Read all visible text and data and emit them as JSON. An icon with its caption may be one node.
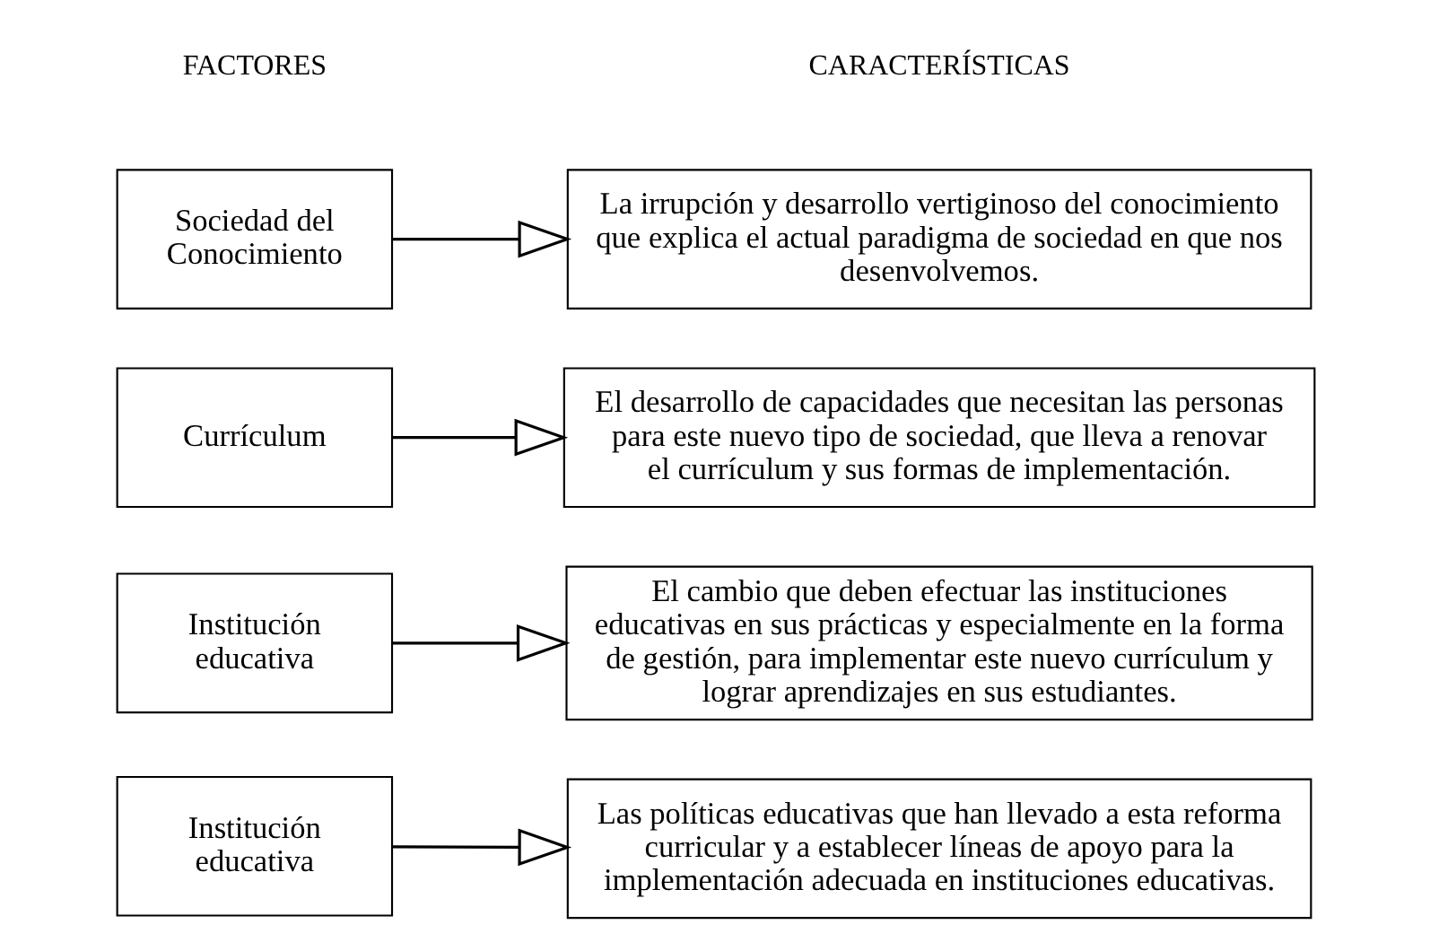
{
  "diagram": {
    "nodes": [
      {
        "text": [
          "Sociedad del Conocimiento"
        ]
      },
      {
        "text": [
          "La irrupción y desarrollo vertiginoso del conocimiento que explica el actual paradigma de sociedad en que nos desenvolvemos."
        ]
      },
      {
        "text": [
          "Currículum"
        ]
      },
      {
        "text": [
          "El desarrollo de capacidades que necesitan las personas para este nuevo tipo de sociedad, que lleva a renovar el currículum y sus formas de implementación."
        ]
      },
      {
        "text": [
          "Institución educativa"
        ]
      },
      {
        "text": [
          "El cambio que deben efectuar las instituciones educativas en sus prácticas y especialmente en la forma de gestión, para implementar este nuevo currículum y lograr aprendizajes en sus estudiantes."
        ]
      },
      {
        "text": [
          "Institución educativa"
        ]
      },
      {
        "text": [
          "Las políticas educativas que han llevado a esta reforma curricular y a establecer líneas de apoyo para la implementación adecuada en instituciones educativas."
        ]
      }
    ],
    "edges": [
      {
        "from": 0,
        "to": 1,
        "arrow": "to"
      },
      {
        "from": 2,
        "to": 3,
        "arrow": "to"
      },
      {
        "from": 4,
        "to": 5,
        "arrow": "to"
      },
      {
        "from": 6,
        "to": 7,
        "arrow": "to"
      }
    ],
    "labels": [
      "FACTORES",
      "CARACTERÍSTICAS"
    ]
  }
}
